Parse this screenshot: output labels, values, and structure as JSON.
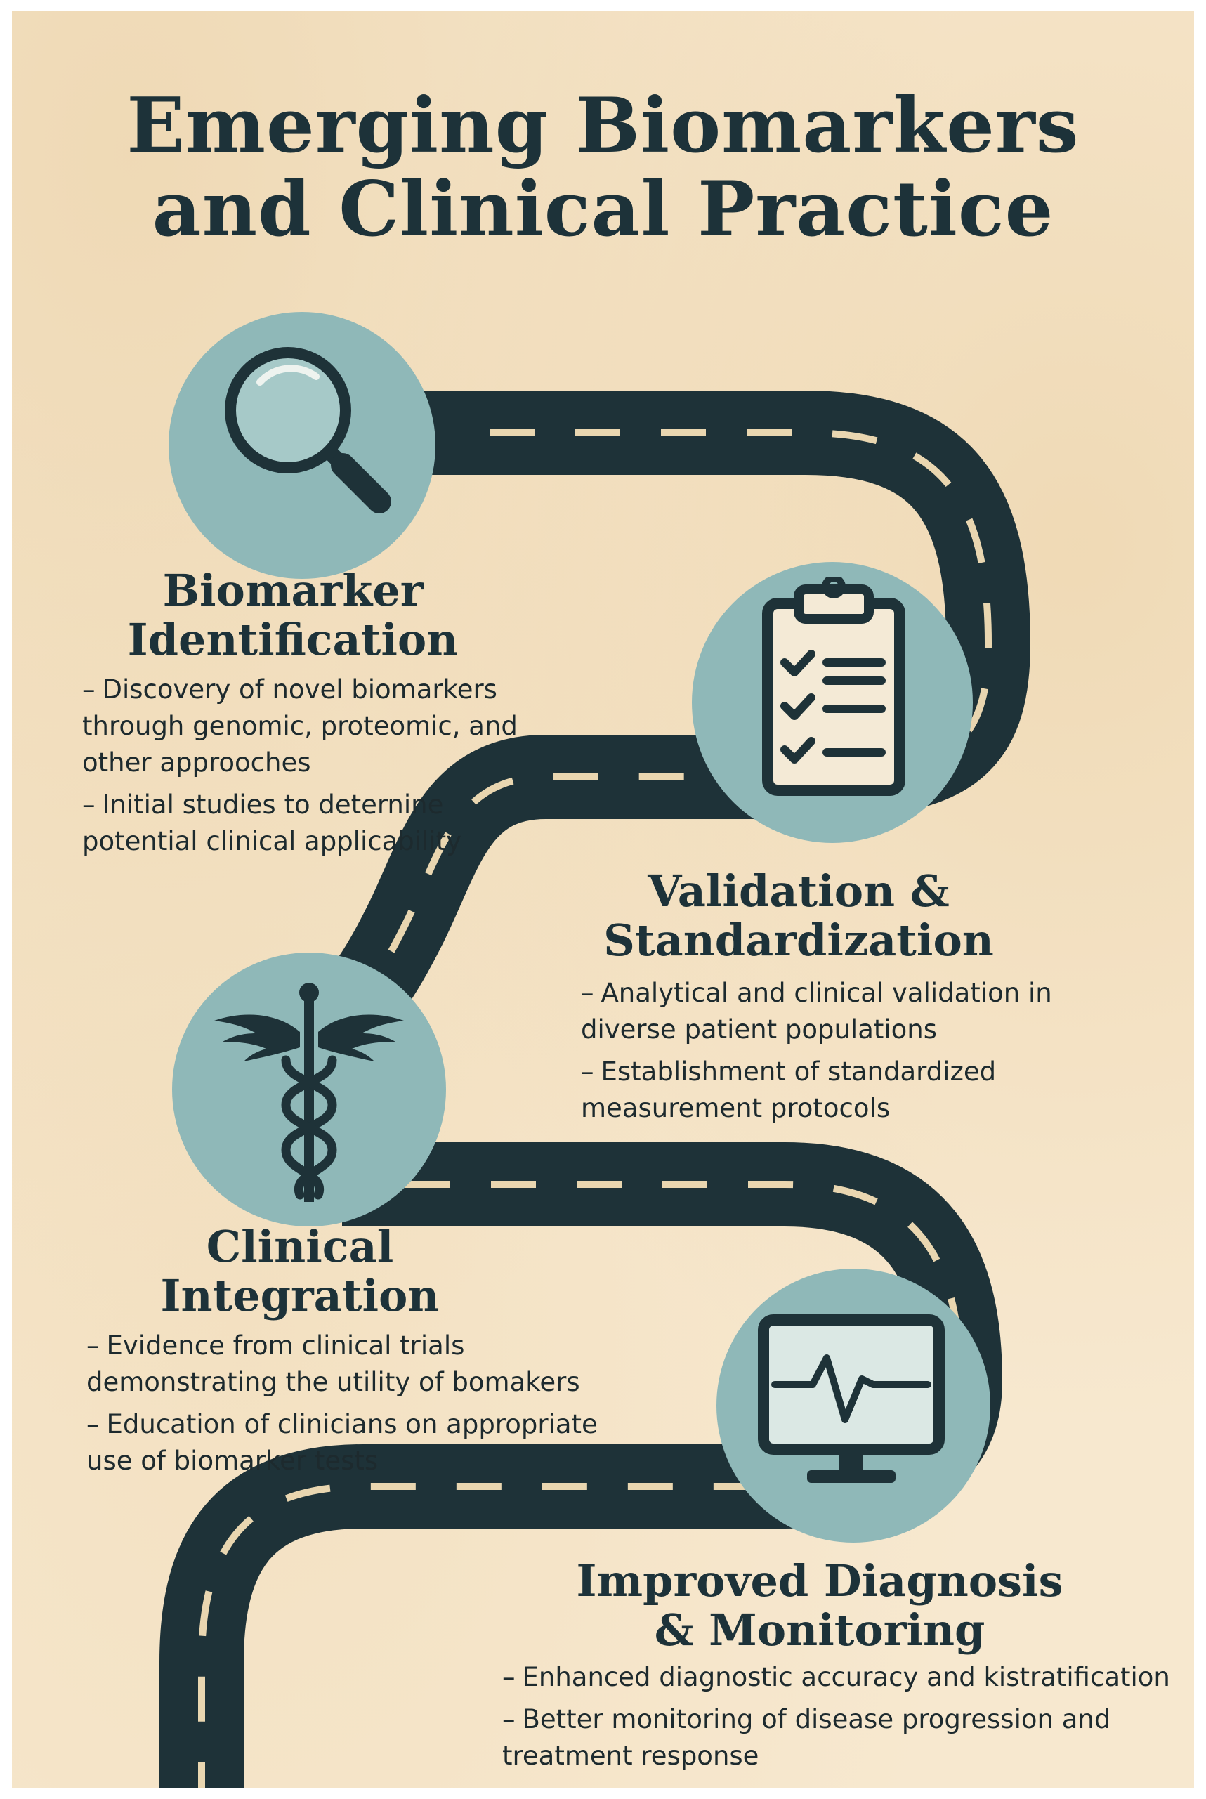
{
  "title": {
    "line1": "Emerging Biomarkers",
    "line2": "and Clinical Practice"
  },
  "stages": [
    {
      "icon": "magnifying-glass-icon",
      "title_line1": "Biomarker",
      "title_line2": "Identification",
      "bullets": [
        "Discovery of novel biomarkers through genomic, proteomic, and other approoches",
        "Initial studies to deternine potential clinical applicability"
      ]
    },
    {
      "icon": "clipboard-checklist-icon",
      "title_line1": "Validation &",
      "title_line2": "Standardization",
      "bullets": [
        "Analytical and clinical validation in diverse patient populations",
        "Establishment of standardized measurement protocols"
      ]
    },
    {
      "icon": "caduceus-icon",
      "title_line1": "Clinical",
      "title_line2": "Integration",
      "bullets": [
        "Evidence from clinical trials demonstrating the utility of bomakers",
        "Education of clinicians on appropriate use of biomarker tests"
      ]
    },
    {
      "icon": "heart-monitor-icon",
      "title_line1": "Improved Diagnosis",
      "title_line2": "& Monitoring",
      "bullets": [
        "Enhanced diagnostic accuracy and kistratification",
        "Better monitoring of disease progression and treatment response"
      ]
    }
  ],
  "bullet_marker": "–",
  "colors": {
    "background": "#f7e8cf",
    "road": "#1e3238",
    "road_dash": "#e9d6b0",
    "circle": "#8fb8b8",
    "text": "#1d3239"
  }
}
